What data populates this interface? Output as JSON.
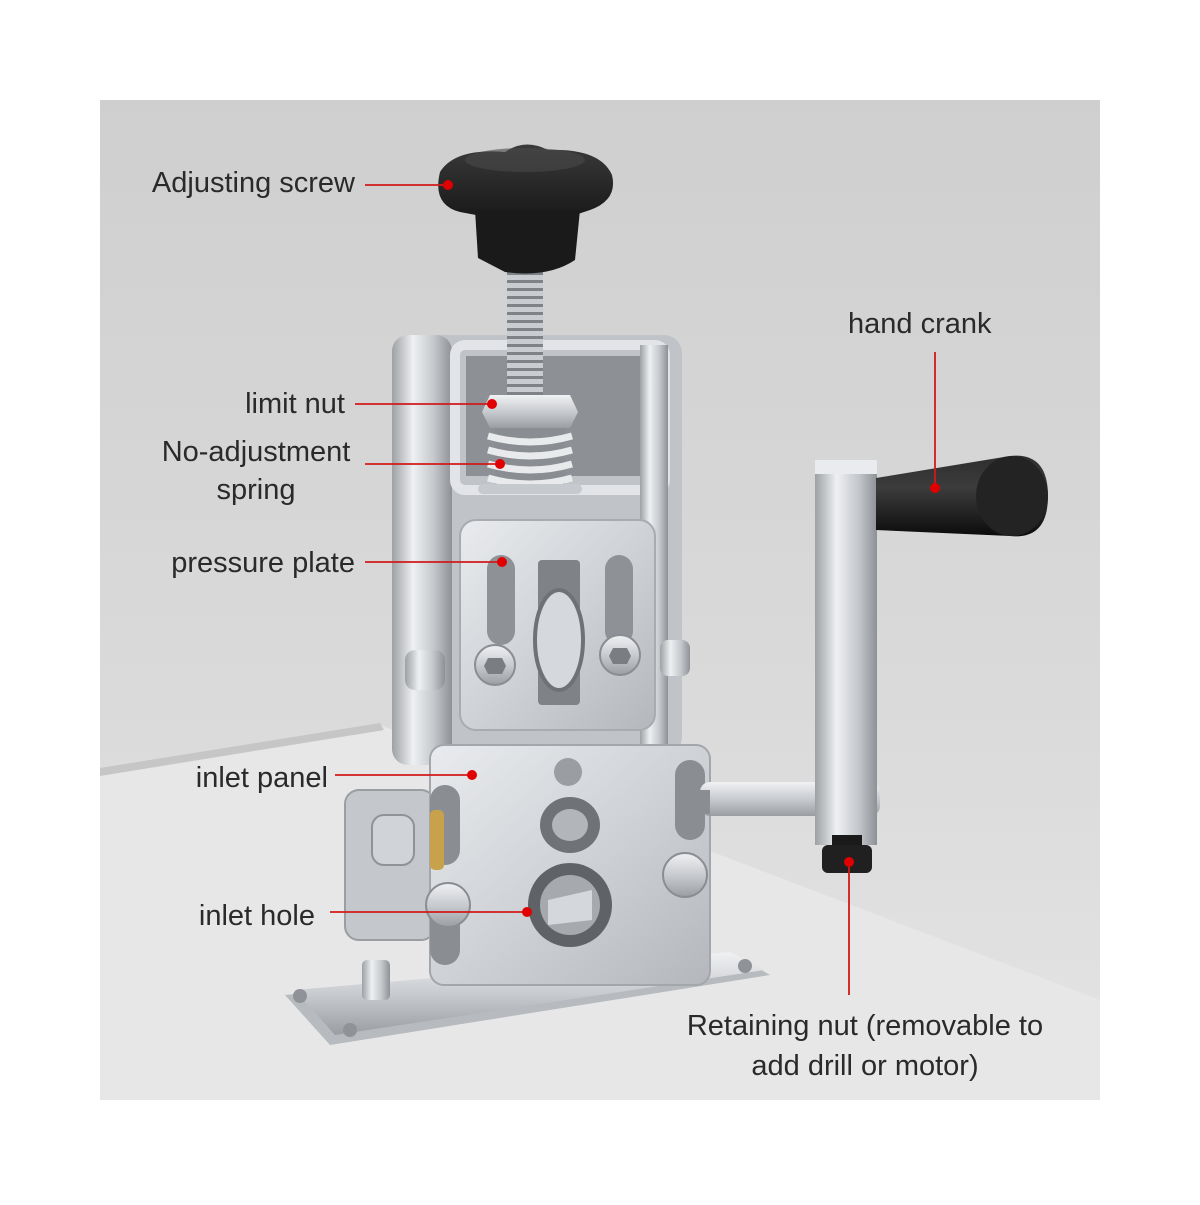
{
  "labels": {
    "adjusting_screw": "Adjusting screw",
    "limit_nut": "limit nut",
    "spring_line1": "No-adjustment",
    "spring_line2": "spring",
    "pressure_plate": "pressure plate",
    "inlet_panel": "inlet panel",
    "inlet_hole": "inlet hole",
    "hand_crank": "hand crank",
    "retaining_nut_line1": "Retaining nut (removable to",
    "retaining_nut_line2": "add drill or motor)"
  },
  "colors": {
    "background": "#d6d6d6",
    "leader_line": "#d11a1a",
    "marker_dot": "#e00000",
    "label_text": "#2a2a2a",
    "knob": "#1c1c1c",
    "metal": "#c9cbce"
  }
}
